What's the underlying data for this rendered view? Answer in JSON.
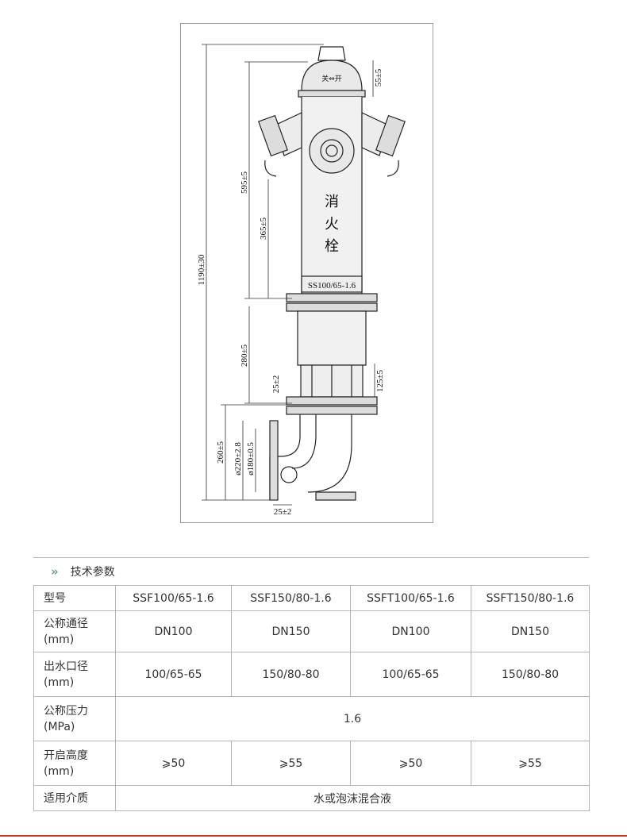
{
  "drawing": {
    "title_vertical": [
      "消",
      "火",
      "栓"
    ],
    "model_plate": "SS100/65-1.6",
    "valve_label": "关⇔开",
    "dimensions": {
      "overall": "1190±30",
      "upper": "595±5",
      "mid": "365±5",
      "cap": "55±5",
      "lower": "280±5",
      "flange_offset": "25±2",
      "side_outlet": "125±5",
      "elbow_height": "260±5",
      "dia_outer": "ø220±2.8",
      "dia_inner": "ø180±0.5",
      "elbow_offset": "25±2"
    }
  },
  "spec": {
    "section_title": "技术参数",
    "chevron": "»",
    "rows": [
      {
        "header": "型号",
        "cells": [
          "SSF100/65-1.6",
          "SSF150/80-1.6",
          "SSFT100/65-1.6",
          "SSFT150/80-1.6"
        ]
      },
      {
        "header": "公称通径\n(mm)",
        "cells": [
          "DN100",
          "DN150",
          "DN100",
          "DN150"
        ]
      },
      {
        "header": "出水口径\n(mm)",
        "cells": [
          "100/65-65",
          "150/80-80",
          "100/65-65",
          "150/80-80"
        ]
      },
      {
        "header": "公称压力\n(MPa)",
        "merged": "1.6"
      },
      {
        "header": "开启高度\n(mm)",
        "cells": [
          "⩾50",
          "⩾55",
          "⩾50",
          "⩾55"
        ]
      },
      {
        "header": "适用介质",
        "merged": "水或泡沫混合液"
      }
    ]
  },
  "colors": {
    "accent": "#6b9c8f",
    "border": "#b5b5b5",
    "bottom_rule": "#c0392b"
  }
}
